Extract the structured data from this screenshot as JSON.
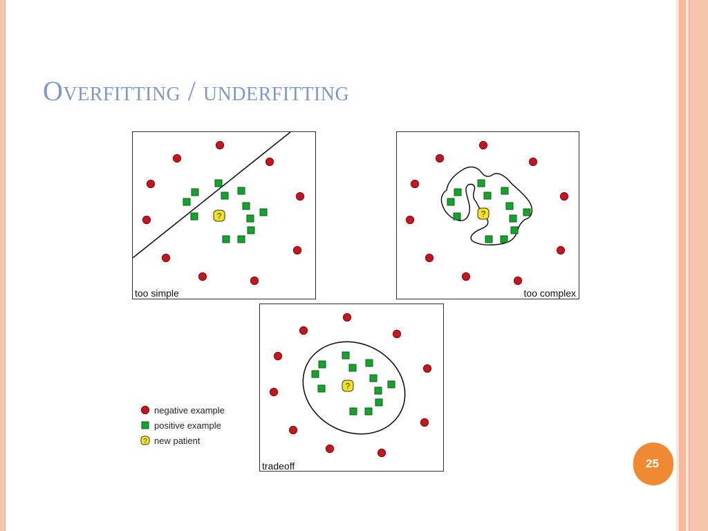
{
  "slide": {
    "title": "Overfitting / underfitting",
    "page_number": "25",
    "accent_color": "#f08a32",
    "title_color": "#7e98c6"
  },
  "colors": {
    "negative": "#c8141e",
    "positive": "#16a32c",
    "new_patient": "#f5e41a"
  },
  "legend": [
    {
      "marker": "negative",
      "label": "negative example"
    },
    {
      "marker": "positive",
      "label": "positive example"
    },
    {
      "marker": "new_patient",
      "label": "new patient"
    }
  ],
  "panels": {
    "simple": {
      "label": "too simple"
    },
    "complex": {
      "label": "too complex"
    },
    "tradeoff": {
      "label": "tradeoff"
    }
  }
}
